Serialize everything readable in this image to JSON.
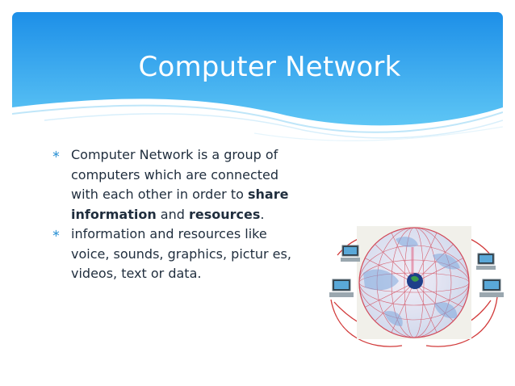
{
  "slide": {
    "title": "Computer Network",
    "colors": {
      "header_top": "#1d8fe8",
      "header_bottom": "#5ec6f5",
      "bullet_marker": "#3c9ad8",
      "body_text": "#1f2d3d"
    },
    "bullet_marker": "∗",
    "bullets": [
      {
        "text_1": "Computer Network is a group of computers which are connected with each other in order to ",
        "bold_1": "share information",
        "text_2": " and ",
        "bold_2": "resources",
        "text_3": "."
      },
      {
        "text_1": "information and resources like voice, sounds, graphics, pictur es, videos, text or data."
      }
    ],
    "figure": {
      "icon": "globe-network-icon"
    }
  }
}
